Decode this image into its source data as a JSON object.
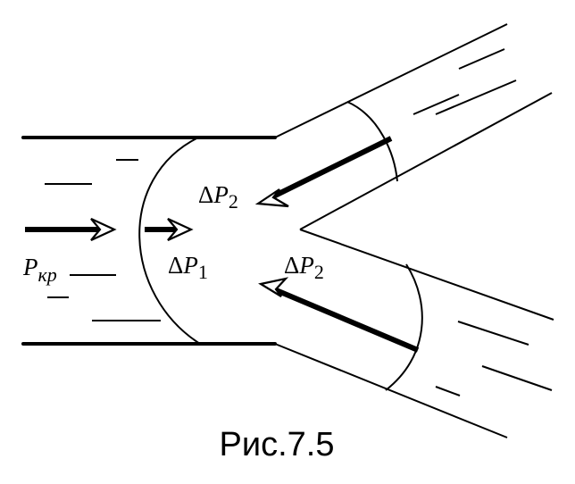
{
  "labels": {
    "p_kr": {
      "main": "P",
      "sub": "кр"
    },
    "dp1": {
      "delta": "Δ",
      "main": "P",
      "sub": "1"
    },
    "dp2_upper": {
      "delta": "Δ",
      "main": "P",
      "sub": "2"
    },
    "dp2_lower": {
      "delta": "Δ",
      "main": "P",
      "sub": "2"
    }
  },
  "caption": "Рис.7.5"
}
